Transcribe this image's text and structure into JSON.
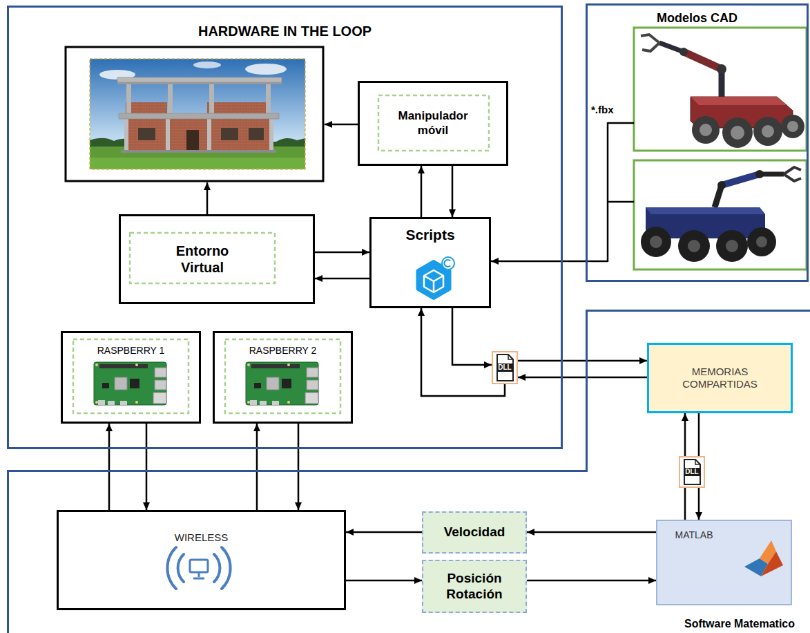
{
  "diagram": {
    "nodes": [
      {
        "text": [
          "HARDWARE IN THE LOOP"
        ]
      },
      {
        "text": [
          "Manipulador móvil"
        ],
        "in": 0
      },
      {
        "text": [
          "Entorno Virtual"
        ],
        "in": 0
      },
      {
        "text": [
          "Scripts"
        ],
        "in": 0
      },
      {
        "text": [
          "RASPBERRY 1"
        ],
        "in": 0
      },
      {
        "text": [
          "RASPBERRY 2"
        ],
        "in": 0
      },
      {
        "text": [
          "DLL"
        ],
        "in": 0
      },
      {
        "text": [
          "Modelos CAD"
        ]
      },
      {
        "text": [
          "Software Matematico"
        ]
      },
      {
        "text": [
          "MEMORIAS COMPARTIDAS"
        ],
        "in": 8
      },
      {
        "text": [
          "DLL"
        ],
        "in": 8
      },
      {
        "text": [
          "WIRELESS"
        ],
        "in": 8
      },
      {
        "text": [
          "Velocidad"
        ],
        "in": 8
      },
      {
        "text": [
          "Posición Rotación"
        ],
        "in": 8
      },
      {
        "text": [
          "MATLAB"
        ],
        "in": 8
      }
    ],
    "edges": [
      {
        "from": 2,
        "to": 3,
        "arrow": "to"
      },
      {
        "from": 3,
        "to": 2,
        "arrow": "to"
      },
      {
        "from": 3,
        "to": 1,
        "arrow": "to"
      },
      {
        "from": 1,
        "to": 3,
        "arrow": "to"
      },
      {
        "from": 3,
        "to": 6,
        "arrow": "to"
      },
      {
        "from": 6,
        "to": 3,
        "arrow": "to"
      },
      {
        "from": 6,
        "to": 9,
        "arrow": "to"
      },
      {
        "from": 9,
        "to": 6,
        "arrow": "to"
      },
      {
        "from": 7,
        "to": 3,
        "label": "*.fbx",
        "arrow": "to"
      },
      {
        "from": 11,
        "to": 4,
        "arrow": "to"
      },
      {
        "from": 4,
        "to": 11,
        "arrow": "to"
      },
      {
        "from": 11,
        "to": 5,
        "arrow": "to"
      },
      {
        "from": 5,
        "to": 11,
        "arrow": "to"
      },
      {
        "from": 14,
        "to": 12,
        "arrow": "to"
      },
      {
        "from": 12,
        "to": 11,
        "arrow": "to"
      },
      {
        "from": 11,
        "to": 13,
        "arrow": "to"
      },
      {
        "from": 13,
        "to": 14,
        "arrow": "to"
      },
      {
        "from": 14,
        "to": 10,
        "arrow": "none"
      },
      {
        "from": 10,
        "to": 9,
        "arrow": "to"
      },
      {
        "from": 9,
        "to": 10,
        "arrow": "none"
      },
      {
        "from": 10,
        "to": 14,
        "arrow": "to"
      }
    ]
  }
}
